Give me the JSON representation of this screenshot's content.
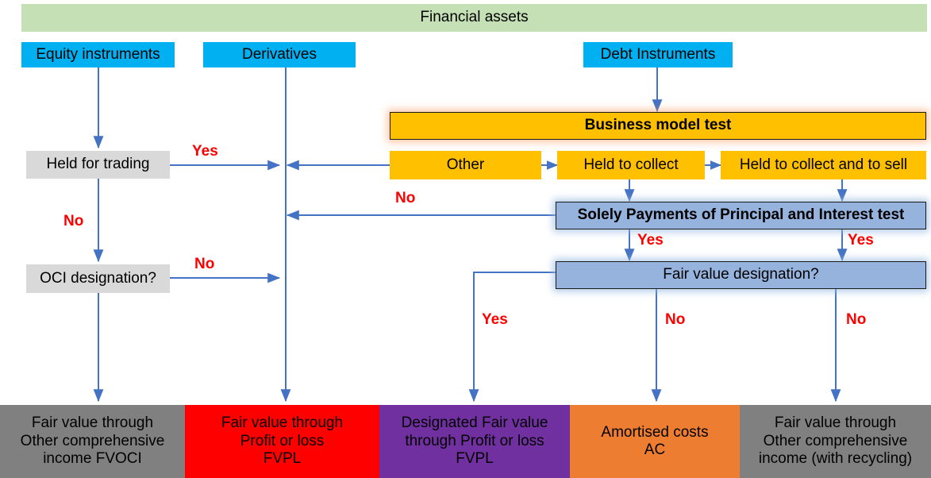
{
  "diagram": {
    "title": "Financial assets classification flowchart (IFRS 9)",
    "colors": {
      "header_green": "#c5e0b4",
      "instrument_blue": "#00b0f0",
      "decision_gray": "#d9d9d9",
      "business_model_amber": "#ffc000",
      "test_steel_blue": "#95b3dd",
      "outcome_gray": "#808080",
      "outcome_red": "#ff0000",
      "outcome_purple": "#7030a0",
      "outcome_orange": "#ed7d31",
      "connector_blue": "#4472c4",
      "label_red": "#ff0000"
    },
    "header": {
      "label": "Financial assets"
    },
    "instruments": [
      {
        "id": "equity",
        "label": "Equity instruments"
      },
      {
        "id": "derivatives",
        "label": "Derivatives"
      },
      {
        "id": "debt",
        "label": "Debt Instruments"
      }
    ],
    "equity_path": [
      {
        "id": "held-for-trading",
        "label": "Held for trading"
      },
      {
        "id": "oci-designation",
        "label": "OCI designation?"
      }
    ],
    "business_model": {
      "test_label": "Business model test",
      "options": [
        {
          "id": "other",
          "label": "Other"
        },
        {
          "id": "held-to-collect",
          "label": "Held to collect"
        },
        {
          "id": "held-to-collect-and-sell",
          "label": "Held to collect and to sell"
        }
      ]
    },
    "tests": [
      {
        "id": "sppi",
        "label": "Solely Payments of Principal and Interest test"
      },
      {
        "id": "fair-value-designation",
        "label": "Fair value designation?"
      }
    ],
    "outcomes": [
      {
        "id": "fvoci",
        "label": "Fair value through\nOther comprehensive\nincome FVOCI"
      },
      {
        "id": "fvpl",
        "label": "Fair value through\nProfit or loss\nFVPL"
      },
      {
        "id": "designated-fvpl",
        "label": "Designated Fair value\nthrough Profit or loss\nFVPL"
      },
      {
        "id": "amortised-cost",
        "label": "Amortised costs\nAC"
      },
      {
        "id": "fvoci-recycling",
        "label": "Fair value through\nOther comprehensive\nincome (with recycling)"
      }
    ],
    "edge_labels": [
      {
        "id": "held-for-trading-yes",
        "text": "Yes"
      },
      {
        "id": "held-for-trading-no",
        "text": "No"
      },
      {
        "id": "oci-designation-no",
        "text": "No"
      },
      {
        "id": "business-model-other-no",
        "text": "No"
      },
      {
        "id": "sppi-yes-left",
        "text": "Yes"
      },
      {
        "id": "sppi-yes-right",
        "text": "Yes"
      },
      {
        "id": "fvd-yes",
        "text": "Yes"
      },
      {
        "id": "fvd-no-middle",
        "text": "No"
      },
      {
        "id": "fvd-no-right",
        "text": "No"
      }
    ]
  }
}
